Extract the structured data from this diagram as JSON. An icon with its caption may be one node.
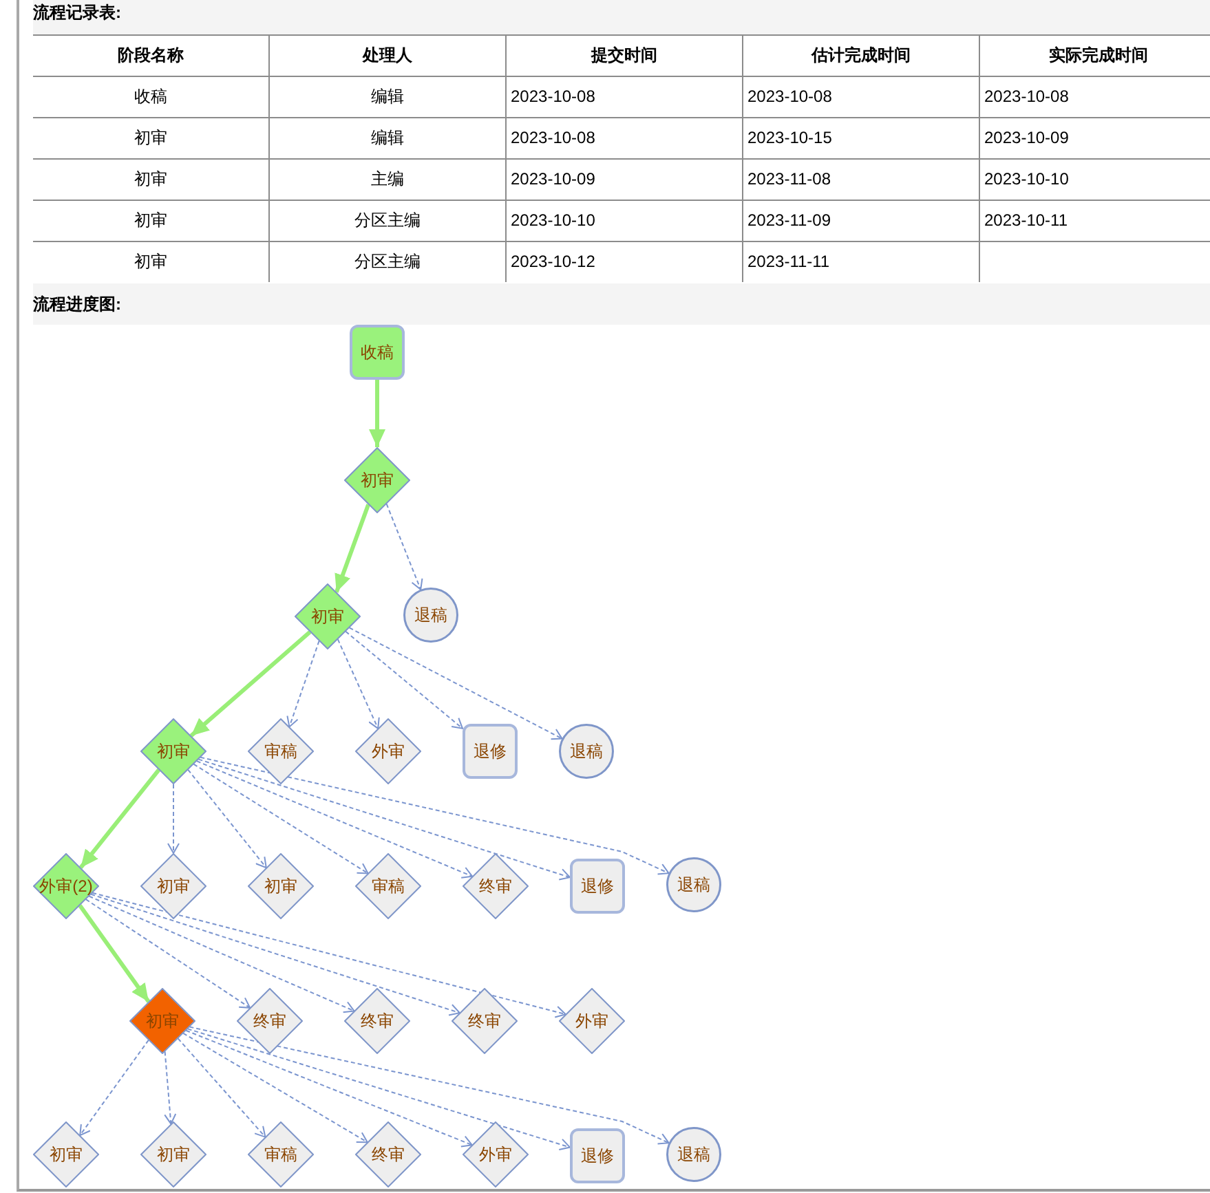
{
  "diagram": {
    "nodes": [
      {
        "text": [
          "收稿"
        ]
      },
      {
        "text": [
          "初审"
        ]
      },
      {
        "text": [
          "初审"
        ]
      },
      {
        "text": [
          "退稿"
        ]
      },
      {
        "text": [
          "初审"
        ]
      },
      {
        "text": [
          "审稿"
        ]
      },
      {
        "text": [
          "外审"
        ]
      },
      {
        "text": [
          "退修"
        ]
      },
      {
        "text": [
          "退稿"
        ]
      },
      {
        "text": [
          "外审(2)"
        ]
      },
      {
        "text": [
          "初审"
        ]
      },
      {
        "text": [
          "初审"
        ]
      },
      {
        "text": [
          "审稿"
        ]
      },
      {
        "text": [
          "终审"
        ]
      },
      {
        "text": [
          "退修"
        ]
      },
      {
        "text": [
          "退稿"
        ]
      },
      {
        "text": [
          "初审"
        ]
      },
      {
        "text": [
          "终审"
        ]
      },
      {
        "text": [
          "终审"
        ]
      },
      {
        "text": [
          "终审"
        ]
      },
      {
        "text": [
          "外审"
        ]
      },
      {
        "text": [
          "初审"
        ]
      },
      {
        "text": [
          "初审"
        ]
      },
      {
        "text": [
          "审稿"
        ]
      },
      {
        "text": [
          "终审"
        ]
      },
      {
        "text": [
          "外审"
        ]
      },
      {
        "text": [
          "退修"
        ]
      },
      {
        "text": [
          "退稿"
        ]
      }
    ],
    "edges": [
      {
        "from": 0,
        "to": 1,
        "arrow": "to",
        "style": "thick",
        "color": "#99ee77"
      },
      {
        "from": 1,
        "to": 2,
        "arrow": "to",
        "style": "thick",
        "color": "#99ee77"
      },
      {
        "from": 1,
        "to": 3,
        "arrow": "to",
        "style": "dashed"
      },
      {
        "from": 2,
        "to": 4,
        "arrow": "to",
        "style": "thick",
        "color": "#99ee77"
      },
      {
        "from": 2,
        "to": 5,
        "arrow": "to",
        "style": "dashed"
      },
      {
        "from": 2,
        "to": 6,
        "arrow": "to",
        "style": "dashed"
      },
      {
        "from": 2,
        "to": 7,
        "arrow": "to",
        "style": "dashed"
      },
      {
        "from": 2,
        "to": 8,
        "arrow": "to",
        "style": "dashed"
      },
      {
        "from": 4,
        "to": 9,
        "arrow": "to",
        "style": "thick",
        "color": "#99ee77"
      },
      {
        "from": 4,
        "to": 10,
        "arrow": "to",
        "style": "dashed"
      },
      {
        "from": 4,
        "to": 11,
        "arrow": "to",
        "style": "dashed"
      },
      {
        "from": 4,
        "to": 12,
        "arrow": "to",
        "style": "dashed"
      },
      {
        "from": 4,
        "to": 13,
        "arrow": "to",
        "style": "dashed"
      },
      {
        "from": 4,
        "to": 14,
        "arrow": "to",
        "style": "dashed"
      },
      {
        "from": 4,
        "to": 15,
        "arrow": "to",
        "style": "dashed"
      },
      {
        "from": 9,
        "to": 16,
        "arrow": "to",
        "style": "thick",
        "color": "#99ee77"
      },
      {
        "from": 9,
        "to": 17,
        "arrow": "to",
        "style": "dashed"
      },
      {
        "from": 9,
        "to": 18,
        "arrow": "to",
        "style": "dashed"
      },
      {
        "from": 9,
        "to": 19,
        "arrow": "to",
        "style": "dashed"
      },
      {
        "from": 9,
        "to": 20,
        "arrow": "to",
        "style": "dashed"
      },
      {
        "from": 16,
        "to": 21,
        "arrow": "to",
        "style": "dashed"
      },
      {
        "from": 16,
        "to": 22,
        "arrow": "to",
        "style": "dashed"
      },
      {
        "from": 16,
        "to": 23,
        "arrow": "to",
        "style": "dashed"
      },
      {
        "from": 16,
        "to": 24,
        "arrow": "to",
        "style": "dashed"
      },
      {
        "from": 16,
        "to": 25,
        "arrow": "to",
        "style": "dashed"
      },
      {
        "from": 16,
        "to": 26,
        "arrow": "to",
        "style": "dashed"
      },
      {
        "from": 16,
        "to": 27,
        "arrow": "to",
        "style": "dashed"
      }
    ],
    "labels": [
      "流程记录表:",
      "阶段名称",
      "处理人",
      "提交时间",
      "估计完成时间",
      "实际完成时间",
      "收稿",
      "编辑",
      "2023-10-08",
      "2023-10-08",
      "2023-10-08",
      "初审",
      "编辑",
      "2023-10-08",
      "2023-10-15",
      "2023-10-09",
      "初审",
      "主编",
      "2023-10-09",
      "2023-11-08",
      "2023-10-10",
      "初审",
      "分区主编",
      "2023-10-10",
      "2023-11-09",
      "2023-10-11",
      "初审",
      "分区主编",
      "2023-10-12",
      "2023-11-11",
      "流程进度图:"
    ]
  }
}
